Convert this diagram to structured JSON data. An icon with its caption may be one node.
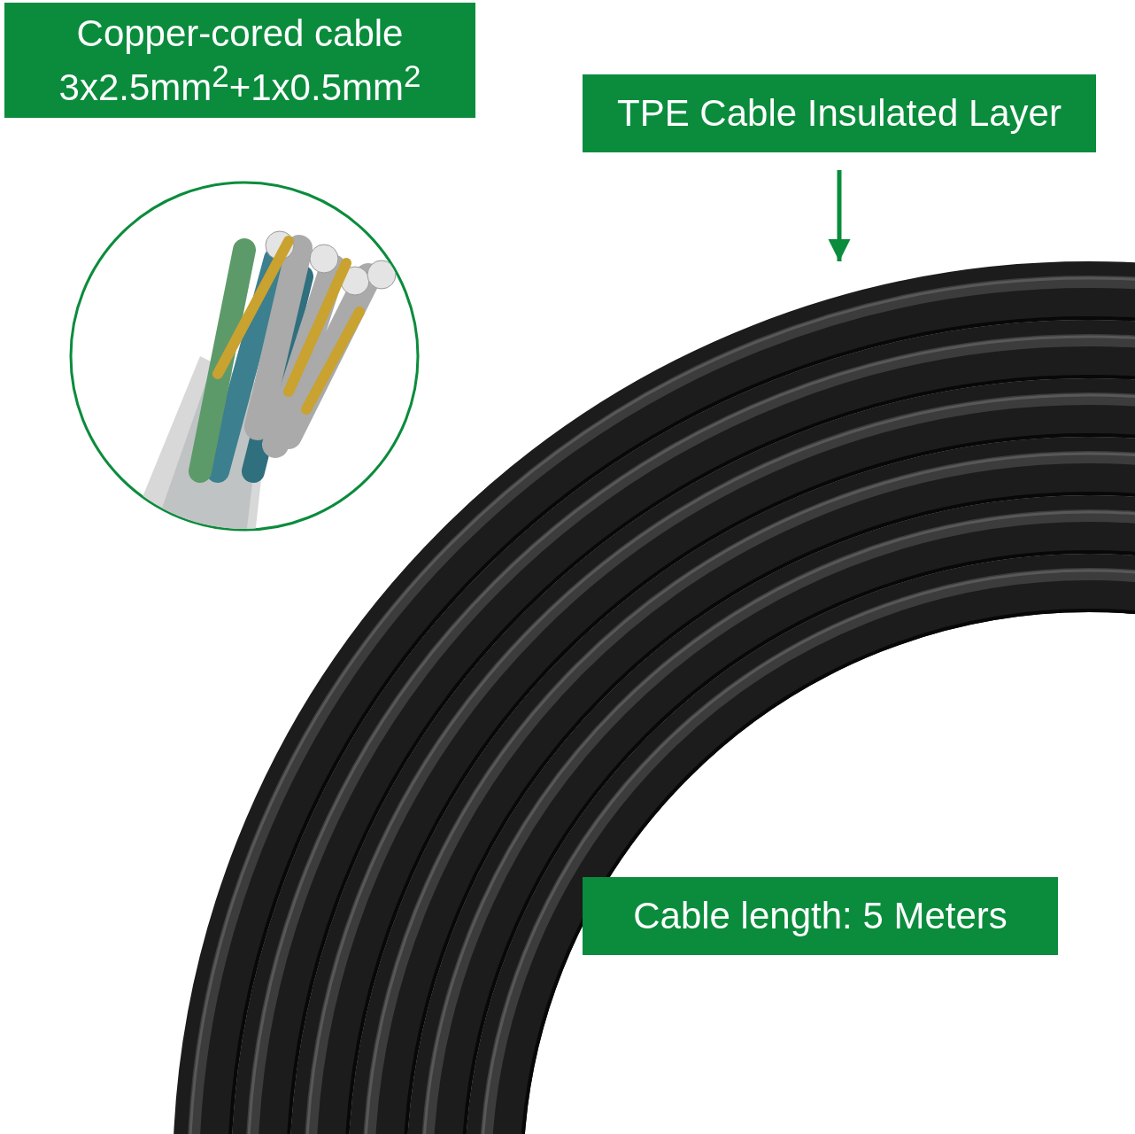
{
  "diagram": {
    "nodes": [
      {
        "text": [
          "Copper-cored cable",
          "3x2.5mm$^{2}$+1x0.5mm$^{2}$"
        ]
      },
      {
        "text": [
          "TPE Cable Insulated Layer"
        ]
      },
      {
        "text": [],
        "shape": "picture"
      },
      {
        "text": [
          "Cable length: 5 Meters"
        ],
        "in": 2
      }
    ],
    "edges": [
      {
        "from": 1,
        "to": 2,
        "arrow": "to"
      }
    ]
  }
}
